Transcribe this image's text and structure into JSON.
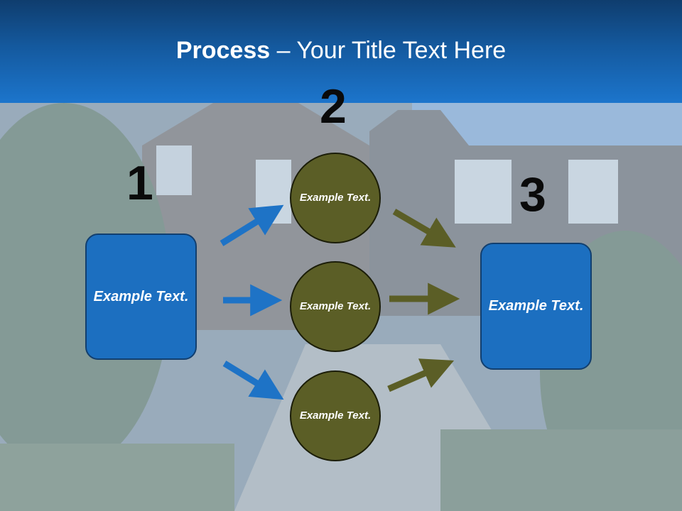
{
  "slide": {
    "title_bold": "Process",
    "title_rest": " – Your Title Text Here"
  },
  "steps": {
    "one": "1",
    "two": "2",
    "three": "3"
  },
  "nodes": {
    "left_box": "Example Text.",
    "circle_top": "Example Text.",
    "circle_mid": "Example Text.",
    "circle_bottom": "Example Text.",
    "right_box": "Example Text."
  },
  "colors": {
    "blue_arrow": "#1e73c6",
    "olive_arrow": "#5b5e26",
    "box_fill": "#1c6fc0",
    "circle_fill": "#5b5e26"
  }
}
